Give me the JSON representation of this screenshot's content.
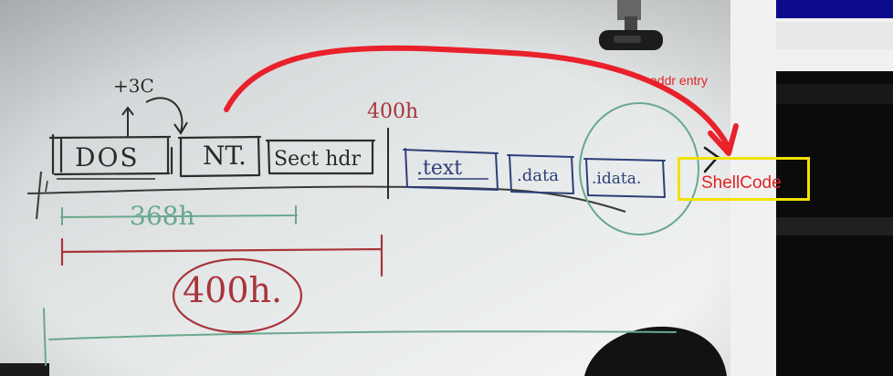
{
  "scene": {
    "board_labels": {
      "plus3c": "+3C",
      "dos": "DOS",
      "nt": "NT.",
      "secthdr": "Sect hdr",
      "text": ".text",
      "data": ".data",
      "idata": ".idata.",
      "size368h": "368h",
      "size400h_top": "400h",
      "size400h_circled": "400h."
    },
    "annotations": {
      "addr_entry": "addr entry",
      "shellcode": "ShellCode"
    },
    "colors": {
      "arrow": "#e8212b",
      "highlight_box": "#f2e200",
      "annotation_text": "#e02424",
      "whiteboard": "#dfe2e3"
    }
  }
}
